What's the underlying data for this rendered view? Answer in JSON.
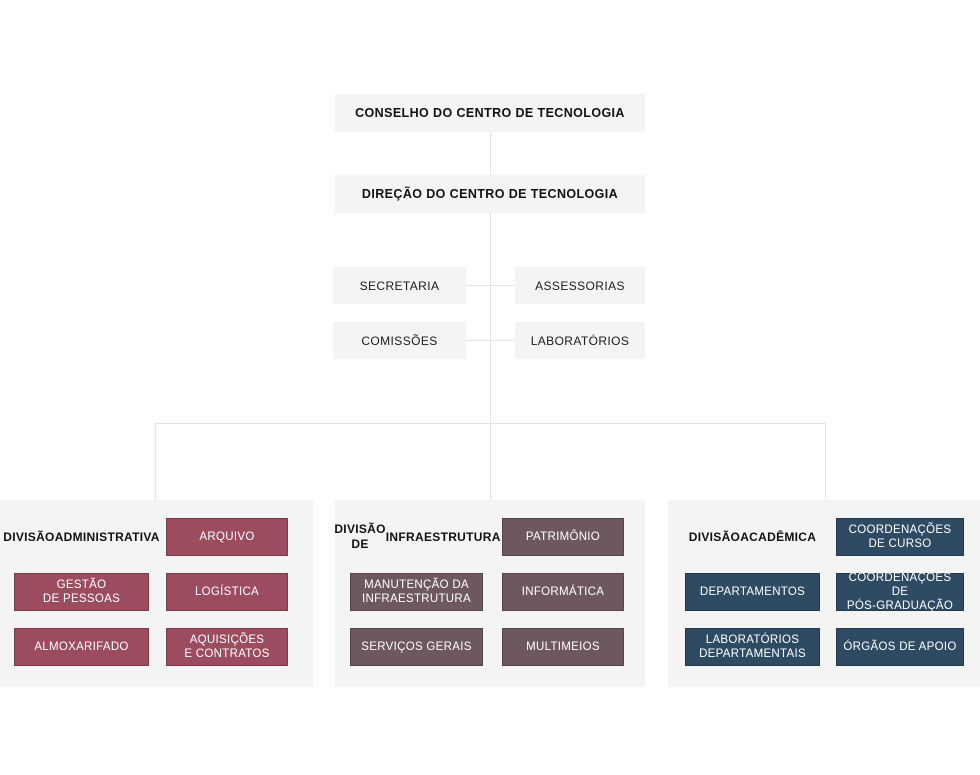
{
  "colors": {
    "background": "#ffffff",
    "node_fill": "#f4f4f4",
    "panel_fill": "#f4f4f4",
    "line": "#e3e3e3",
    "administrative": "#9d4c60",
    "infrastructure": "#6d5862",
    "academic": "#2f4a63",
    "node_text": "#111111",
    "leaf_text": "#ffffff"
  },
  "hierarchy": {
    "council": {
      "label": "CONSELHO DO CENTRO DE TECNOLOGIA"
    },
    "direction": {
      "label": "DIREÇÃO DO CENTRO DE TECNOLOGIA"
    },
    "staff": [
      {
        "label": "SECRETARIA"
      },
      {
        "label": "ASSESSORIAS"
      },
      {
        "label": "COMISSÕES"
      },
      {
        "label": "LABORATÓRIOS"
      }
    ]
  },
  "divisions": [
    {
      "title": "DIVISÃO ADMINISTRATIVA",
      "title_lines": [
        "DIVISÃO",
        "ADMINISTRATIVA"
      ],
      "color_key": "administrative",
      "units": [
        {
          "label": "ARQUIVO",
          "lines": [
            "ARQUIVO"
          ]
        },
        {
          "label": "GESTÃO DE PESSOAS",
          "lines": [
            "GESTÃO",
            "DE PESSOAS"
          ]
        },
        {
          "label": "LOGÍSTICA",
          "lines": [
            "LOGÍSTICA"
          ]
        },
        {
          "label": "ALMOXARIFADO",
          "lines": [
            "ALMOXARIFADO"
          ]
        },
        {
          "label": "AQUISIÇÕES E CONTRATOS",
          "lines": [
            "AQUISIÇÕES",
            "E CONTRATOS"
          ]
        }
      ]
    },
    {
      "title": "DIVISÃO DE INFRAESTRUTURA",
      "title_lines": [
        "DIVISÃO DE",
        "INFRAESTRUTURA"
      ],
      "color_key": "infrastructure",
      "units": [
        {
          "label": "PATRIMÔNIO",
          "lines": [
            "PATRIMÔNIO"
          ]
        },
        {
          "label": "MANUTENÇÃO DA INFRAESTRUTURA",
          "lines": [
            "MANUTENÇÃO DA",
            "INFRAESTRUTURA"
          ]
        },
        {
          "label": "INFORMÁTICA",
          "lines": [
            "INFORMÁTICA"
          ]
        },
        {
          "label": "SERVIÇOS GERAIS",
          "lines": [
            "SERVIÇOS GERAIS"
          ]
        },
        {
          "label": "MULTIMEIOS",
          "lines": [
            "MULTIMEIOS"
          ]
        }
      ]
    },
    {
      "title": "DIVISÃO ACADÊMICA",
      "title_lines": [
        "DIVISÃO",
        "ACADÊMICA"
      ],
      "color_key": "academic",
      "units": [
        {
          "label": "COORDENAÇÕES DE CURSO",
          "lines": [
            "COORDENAÇÕES",
            "DE CURSO"
          ]
        },
        {
          "label": "DEPARTAMENTOS",
          "lines": [
            "DEPARTAMENTOS"
          ]
        },
        {
          "label": "COORDENAÇÕES DE PÓS-GRADUAÇÃO",
          "lines": [
            "COORDENAÇÕES DE",
            "PÓS-GRADUAÇÃO"
          ]
        },
        {
          "label": "LABORATÓRIOS DEPARTAMENTAIS",
          "lines": [
            "LABORATÓRIOS",
            "DEPARTAMENTAIS"
          ]
        },
        {
          "label": "ÓRGÃOS DE APOIO",
          "lines": [
            "ÓRGÃOS DE APOIO"
          ]
        }
      ]
    }
  ]
}
